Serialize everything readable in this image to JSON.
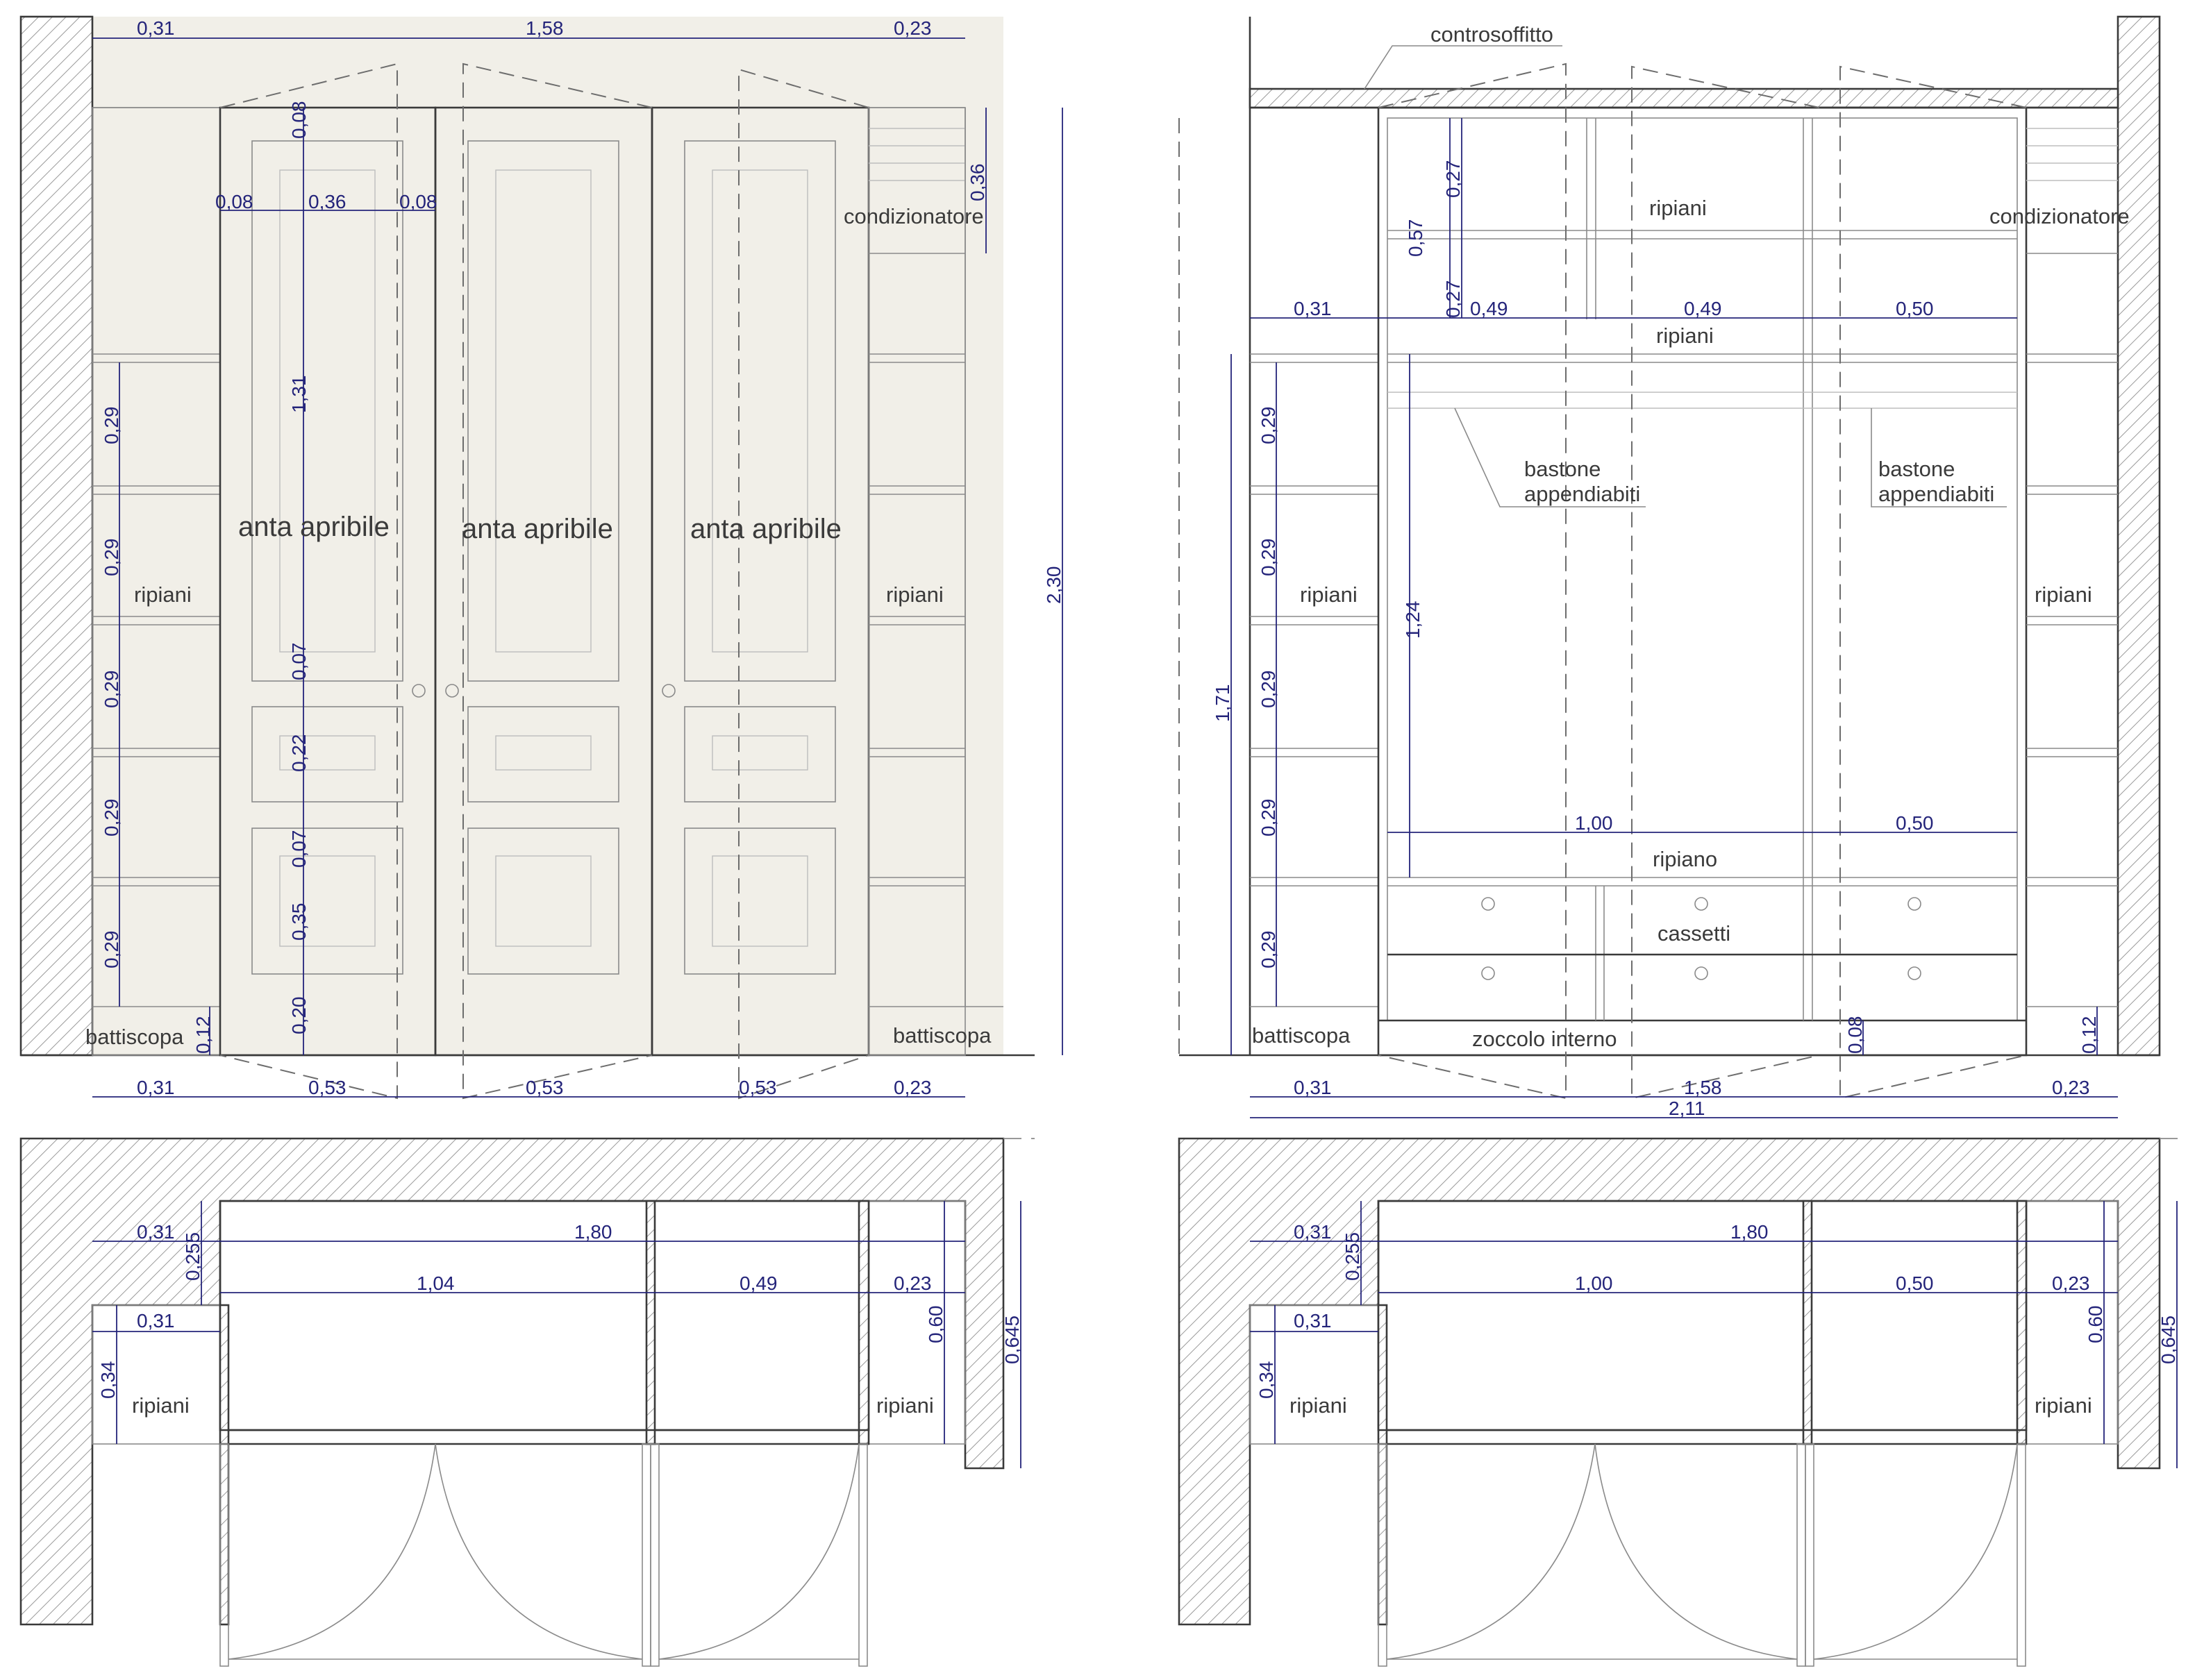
{
  "colors": {
    "line": "#3a3a3a",
    "dimension": "#24247a",
    "wall_beige": "#f1efe8"
  },
  "labels": {
    "controsoffitto": "controsoffitto",
    "condizionatore": "condizionatore",
    "anta_apribile": "anta apribile",
    "ripiani": "ripiani",
    "ripiano": "ripiano",
    "battiscopa": "battiscopa",
    "bastone_appendiabiti_1": "bastone",
    "bastone_appendiabiti_2": "appendiabiti",
    "cassetti": "cassetti",
    "zoccolo_interno": "zoccolo interno"
  },
  "dims": {
    "d031": "0,31",
    "d158": "1,58",
    "d023": "0,23",
    "d008": "0,08",
    "d036": "0,36",
    "d131": "1,31",
    "d007": "0,07",
    "d022": "0,22",
    "d035": "0,35",
    "d020": "0,20",
    "d029": "0,29",
    "d012": "0,12",
    "d053": "0,53",
    "d230": "2,30",
    "d027": "0,27",
    "d057": "0,57",
    "d049": "0,49",
    "d050": "0,50",
    "d124": "1,24",
    "d171": "1,71",
    "d100": "1,00",
    "d211": "2,11",
    "d180": "1,80",
    "d104": "1,04",
    "d0255": "0,255",
    "d034": "0,34",
    "d060": "0,60",
    "d0645": "0,645"
  }
}
